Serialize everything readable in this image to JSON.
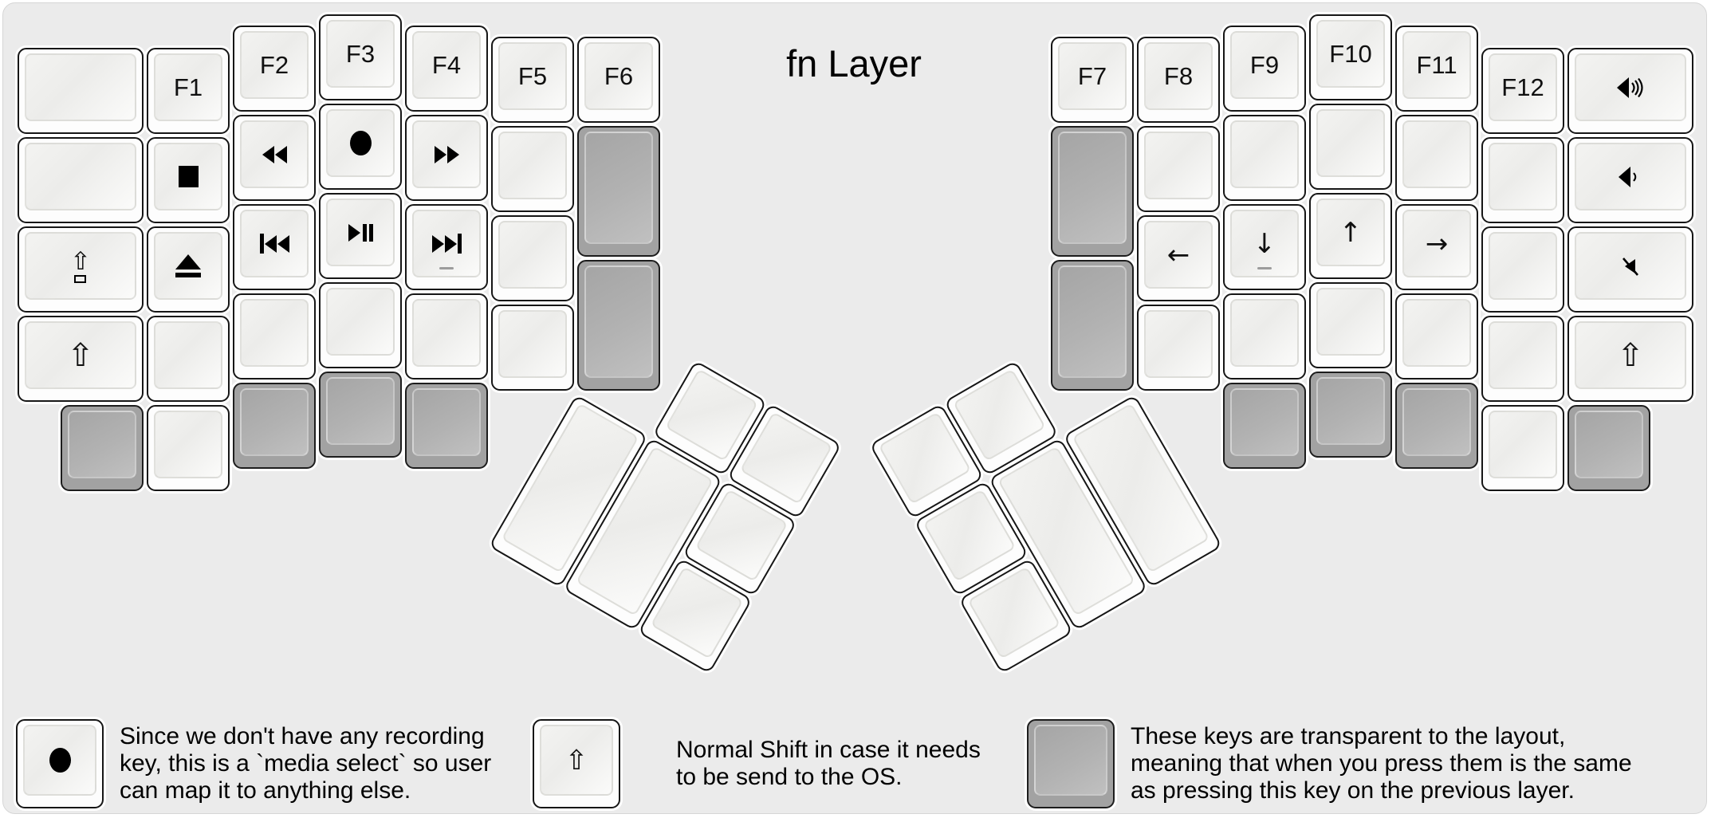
{
  "title": "fn Layer",
  "palette": {
    "page_bg": "#ffffff",
    "panel_bg": "#ebebeb",
    "key_border": "#161616",
    "white_key": "#fdfdfd",
    "transparent_key_gray": "#a2a2a2",
    "label_color": "#101010"
  },
  "keys": {
    "f1": "F1",
    "f2": "F2",
    "f3": "F3",
    "f4": "F4",
    "f5": "F5",
    "f6": "F6",
    "f7": "F7",
    "f8": "F8",
    "f9": "F9",
    "f10": "F10",
    "f11": "F11",
    "f12": "F12"
  },
  "glyphs": {
    "shift": "⇧",
    "caps_arrow": "⇧",
    "arrow_left": "←",
    "arrow_down": "↓",
    "arrow_up": "↑",
    "arrow_right": "→"
  },
  "icons": {
    "stop": "stop-icon",
    "rewind": "rewind-icon",
    "record": "record-icon",
    "fast_forward": "fast-forward-icon",
    "eject": "eject-icon",
    "previous_track": "previous-track-icon",
    "play_pause": "play-pause-icon",
    "next_track": "next-track-icon",
    "volume_up": "volume-up-icon",
    "volume_down": "volume-down-icon",
    "volume_mute": "volume-mute-icon",
    "caps_lock": "caps-lock-icon",
    "shift": "shift-icon",
    "homing_bar": "homing-bar"
  },
  "legend": {
    "items": [
      {
        "sample_key": "record",
        "lines": [
          "Since we don't have any recording",
          "key, this is a `media select` so user",
          "can map it to anything else."
        ]
      },
      {
        "sample_key": "shift",
        "lines": [
          "Normal Shift in case it needs",
          "to be send to the OS."
        ]
      },
      {
        "sample_key": "transparent",
        "lines": [
          "These keys are transparent to the layout,",
          "meaning that when you press them is the same",
          "as pressing this key on the previous layer."
        ]
      }
    ]
  }
}
